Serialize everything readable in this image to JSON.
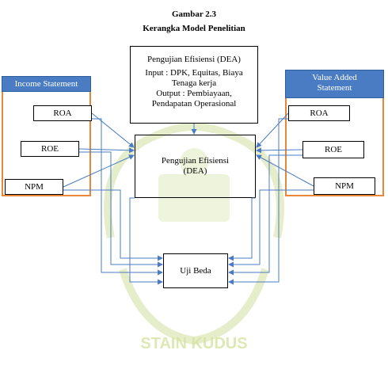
{
  "figure": {
    "number": "Gambar 2.3",
    "caption": "Kerangka Model Penelitian"
  },
  "left_panel": {
    "header": "Income Statement",
    "items": [
      "ROA",
      "ROE",
      "NPM"
    ]
  },
  "right_panel": {
    "header_line1": "Value Added",
    "header_line2": "Statement",
    "items": [
      "ROA",
      "ROE",
      "NPM"
    ]
  },
  "dea_info": {
    "line1": "Pengujian Efisiensi (DEA)",
    "line2": "Input : DPK, Equitas, Biaya",
    "line3": "Tenaga kerja",
    "line4": "Output : Pembiayaan,",
    "line5": "Pendapatan Operasional"
  },
  "dea_center": {
    "line1": "Pengujian Efisiensi",
    "line2": "(DEA)"
  },
  "test_box": {
    "label": "Uji Beda"
  },
  "watermark": {
    "text": "STAIN KUDUS",
    "color": "#c9d98a"
  },
  "colors": {
    "panel_border": "#e8863a",
    "header_fill": "#4a7cc4",
    "arrow": "#4a7cc4"
  }
}
